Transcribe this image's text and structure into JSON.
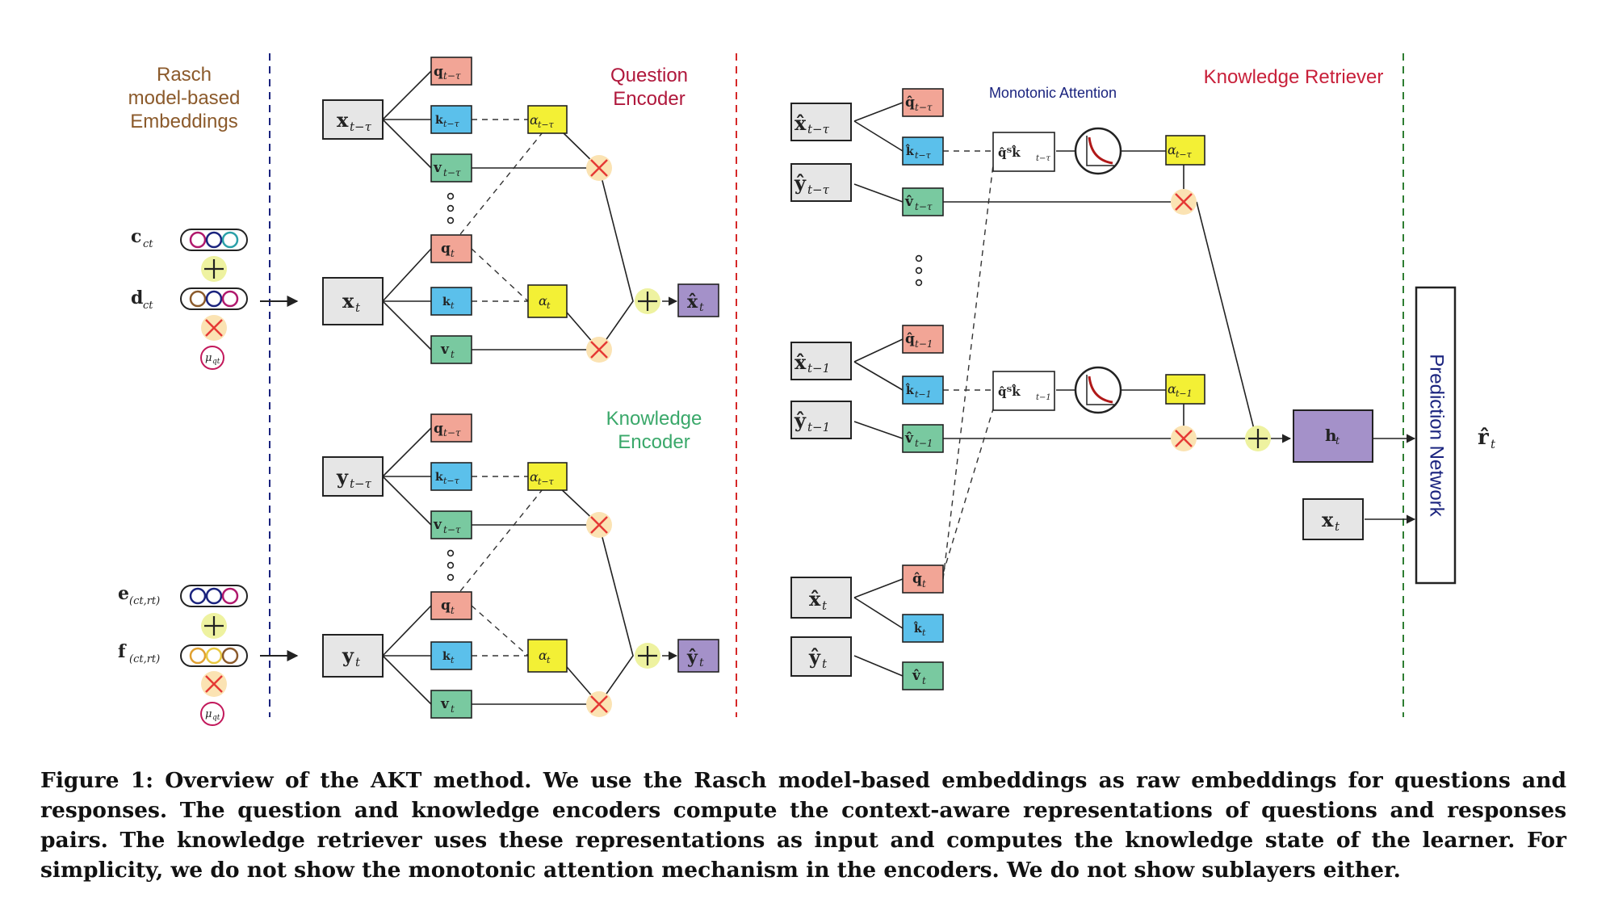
{
  "colors": {
    "rasch": "#8b5a2b",
    "question_encoder": "#b0183c",
    "knowledge_encoder": "#3aa86a",
    "knowledge_retriever": "#c8203a",
    "monotonic": "#1a237e",
    "prediction": "#1a237e",
    "q_box": "#f2a596",
    "k_box": "#5bc0eb",
    "v_box": "#79c9a0",
    "alpha_box": "#f3f035",
    "out_box": "#a491c9",
    "input_box": "#e6e6e6",
    "circle_fill": "#fbe3b3",
    "plus_fill": "#eef2a0",
    "divider_blue": "#1a237e",
    "divider_red": "#d62828",
    "divider_green": "#2e7d32"
  },
  "sections": {
    "rasch_line1": "Rasch",
    "rasch_line2": "model-based",
    "rasch_line3": "Embeddings",
    "qenc_line1": "Question",
    "qenc_line2": "Encoder",
    "kenc_line1": "Knowledge",
    "kenc_line2": "Encoder",
    "retriever": "Knowledge Retriever",
    "monotonic": "Monotonic Attention",
    "prediction": "Prediction Network"
  },
  "embeddings": {
    "c_label": "c",
    "c_sub": "ct",
    "d_label": "d",
    "d_sub": "ct",
    "e_label": "e",
    "e_sub": "(ct,rt)",
    "f_label": "f",
    "f_sub": "(ct,rt)",
    "mu_label": "μ",
    "mu_sub": "qt"
  },
  "question_encoder": {
    "in_prev": "x",
    "in_prev_sub": "t−τ",
    "in_cur": "x",
    "in_cur_sub": "t",
    "q_prev": "q",
    "q_prev_sub": "t−τ",
    "k_prev": "k",
    "k_prev_sub": "t−τ",
    "v_prev": "v",
    "v_prev_sub": "t−τ",
    "q_cur": "q",
    "q_cur_sub": "t",
    "k_cur": "k",
    "k_cur_sub": "t",
    "v_cur": "v",
    "v_cur_sub": "t",
    "a_prev": "α",
    "a_prev_sub": "t−τ",
    "a_cur": "α",
    "a_cur_sub": "t",
    "out": "x̂",
    "out_sub": "t"
  },
  "knowledge_encoder": {
    "in_prev": "y",
    "in_prev_sub": "t−τ",
    "in_cur": "y",
    "in_cur_sub": "t",
    "q_prev": "q",
    "q_prev_sub": "t−τ",
    "k_prev": "k",
    "k_prev_sub": "t−τ",
    "v_prev": "v",
    "v_prev_sub": "t−τ",
    "q_cur": "q",
    "q_cur_sub": "t",
    "k_cur": "k",
    "k_cur_sub": "t",
    "v_cur": "v",
    "v_cur_sub": "t",
    "a_prev": "α",
    "a_prev_sub": "t−τ",
    "a_cur": "α",
    "a_cur_sub": "t",
    "out": "ŷ",
    "out_sub": "t"
  },
  "retriever": {
    "x_prev": "x̂",
    "x_prev_sub": "t−τ",
    "y_prev": "ŷ",
    "y_prev_sub": "t−τ",
    "x_m1": "x̂",
    "x_m1_sub": "t−1",
    "y_m1": "ŷ",
    "y_m1_sub": "t−1",
    "x_cur": "x̂",
    "x_cur_sub": "t",
    "y_cur": "ŷ",
    "y_cur_sub": "t",
    "q_prev": "q̂",
    "q_prev_sub": "t−τ",
    "k_prev": "k̂",
    "k_prev_sub": "t−τ",
    "v_prev": "v̂",
    "v_prev_sub": "t−τ",
    "q_m1": "q̂",
    "q_m1_sub": "t−1",
    "k_m1": "k̂",
    "k_m1_sub": "t−1",
    "v_m1": "v̂",
    "v_m1_sub": "t−1",
    "q_cur": "q̂",
    "q_cur_sub": "t",
    "k_cur": "k̂",
    "k_cur_sub": "t",
    "v_cur": "v̂",
    "v_cur_sub": "t",
    "dot_prev": "q̂ᵀk̂",
    "dot_prev_q_sub": "t",
    "dot_prev_sub": "t−τ",
    "dot_m1": "q̂ᵀk̂",
    "dot_m1_q_sub": "t",
    "dot_m1_sub": "t−1",
    "a_prev": "α",
    "a_prev_sub": "t−τ",
    "a_m1": "α",
    "a_m1_sub": "t−1",
    "h": "h",
    "h_sub": "t",
    "x_pred": "x",
    "x_pred_sub": "t",
    "r_hat": "r̂",
    "r_hat_sub": "t"
  },
  "caption": "Figure 1: Overview of the AKT method. We use the Rasch model-based embeddings as raw embeddings for questions and responses. The question and knowledge encoders compute the context-aware representations of questions and responses pairs. The knowledge retriever uses these representations as input and computes the knowledge state of the learner. For simplicity, we do not show the monotonic attention mechanism in the encoders. We do not show sublayers either."
}
